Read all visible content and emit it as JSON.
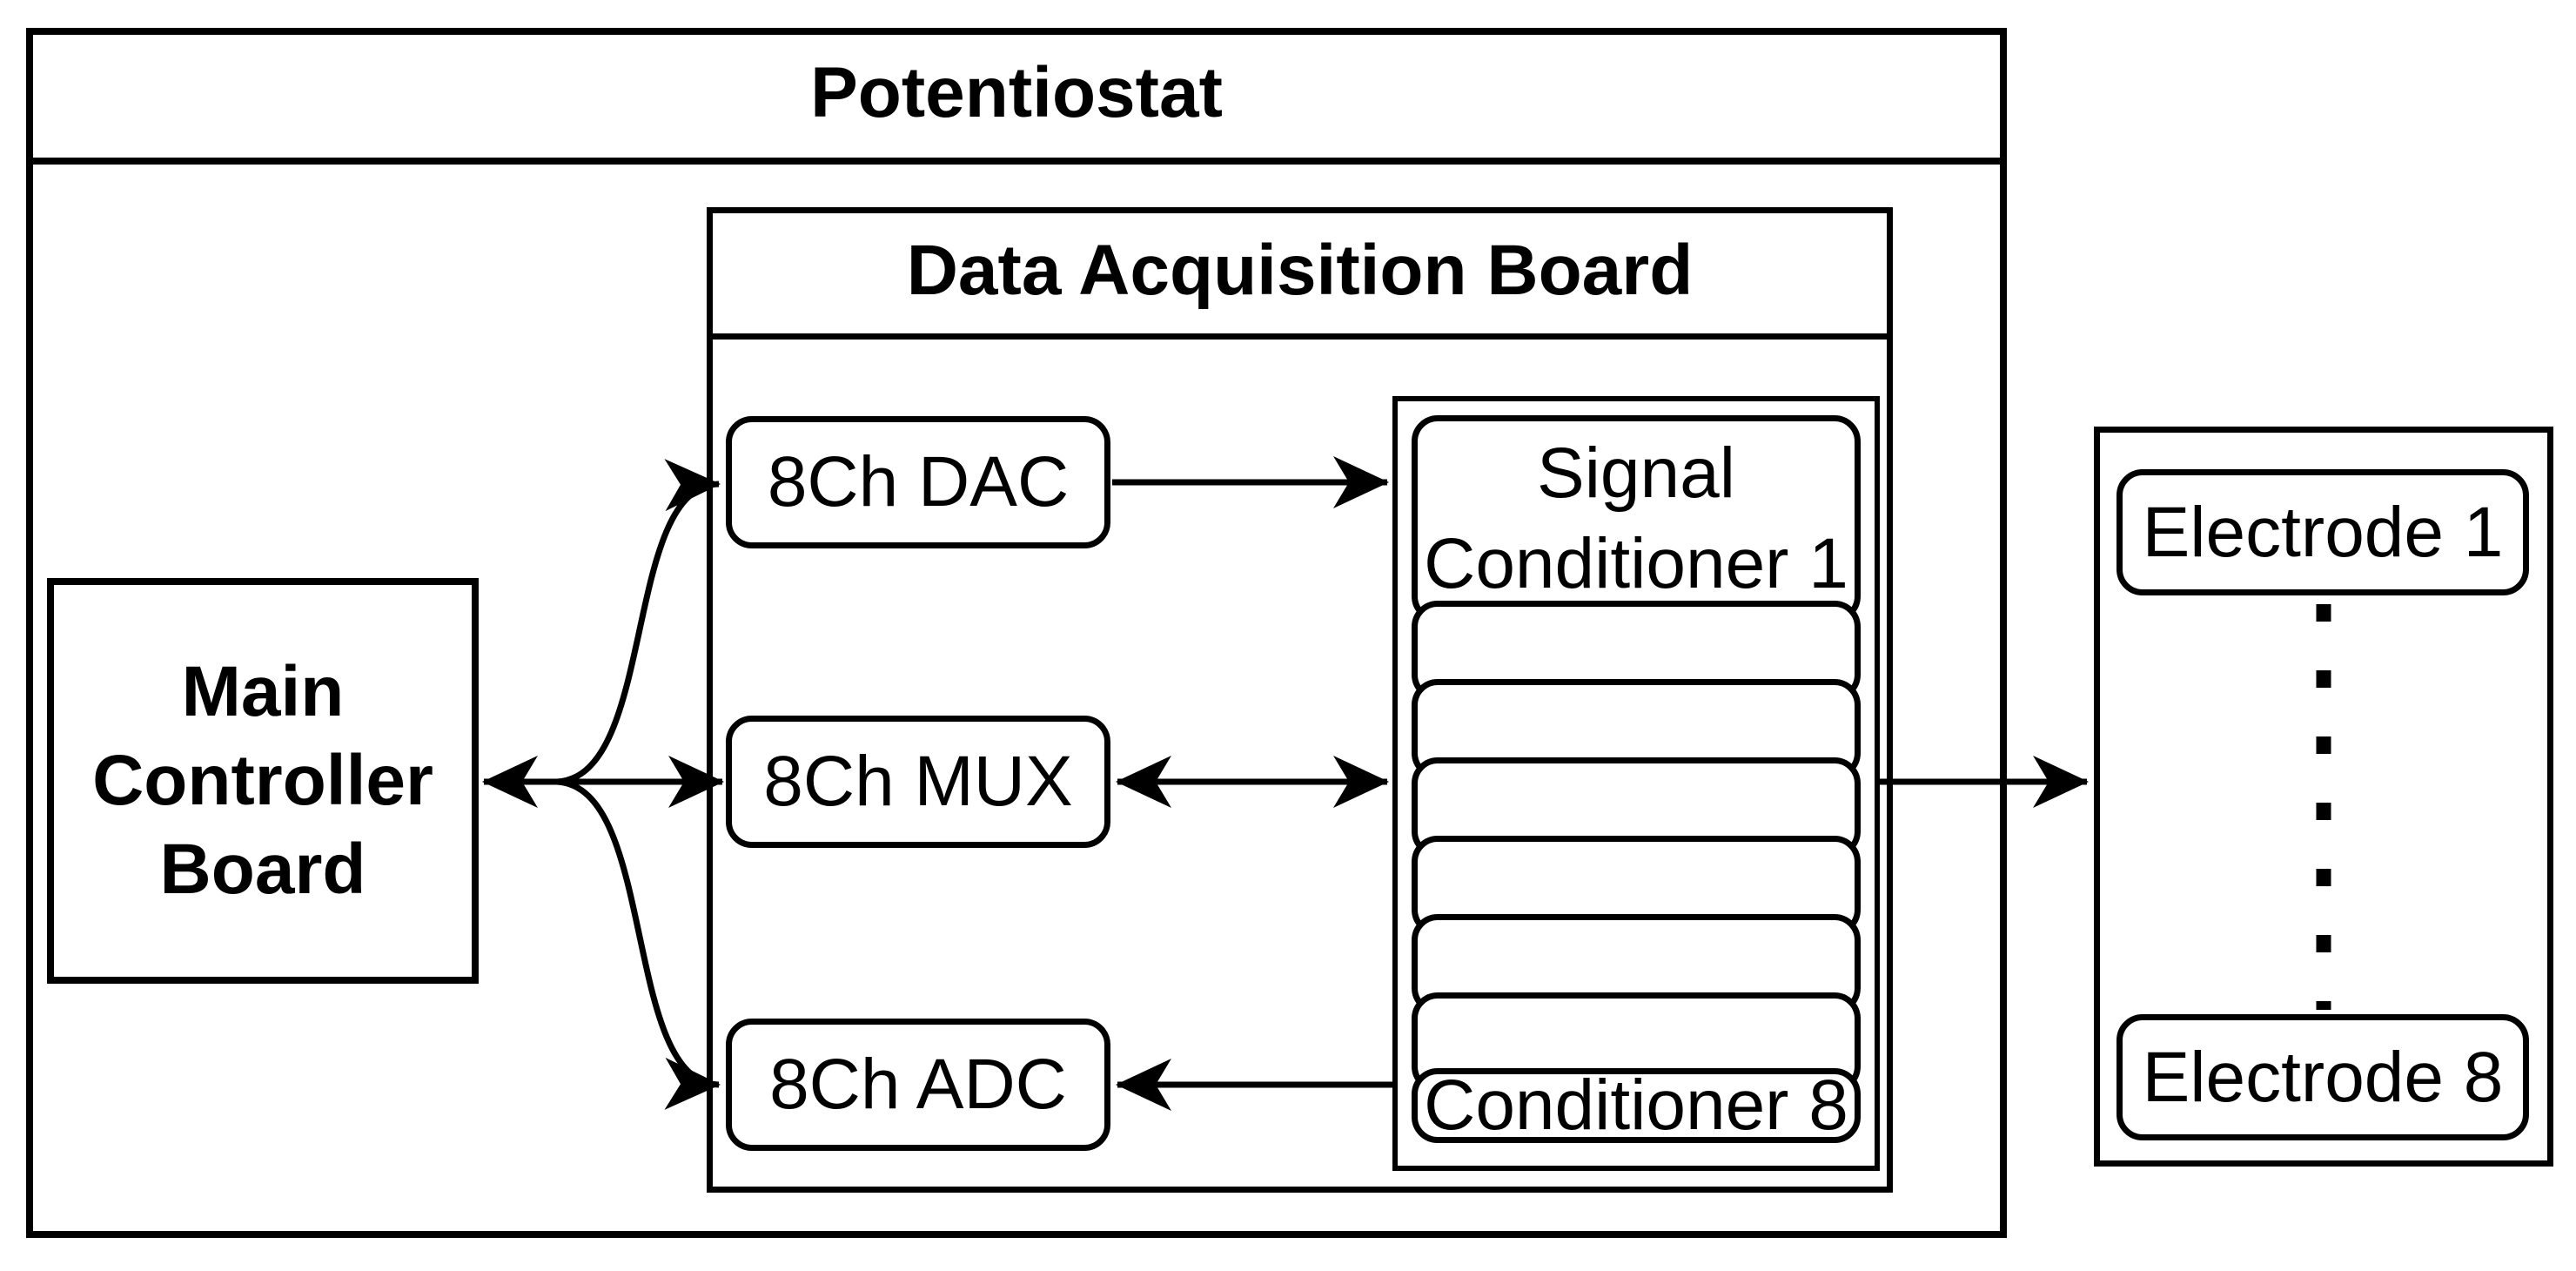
{
  "potentiostat": {
    "title": "Potentiostat"
  },
  "main_controller_board": {
    "lines": [
      "Main",
      "Controller",
      "Board"
    ]
  },
  "data_acquisition_board": {
    "title": "Data Acquisition Board",
    "dac_label": "8Ch DAC",
    "mux_label": "8Ch MUX",
    "adc_label": "8Ch ADC"
  },
  "signal_conditioners": {
    "first_line_1": "Signal",
    "first_line_2": "Conditioner 1",
    "last_label": "Conditioner 8",
    "count": 8
  },
  "electrodes": {
    "first_label": "Electrode 1",
    "last_label": "Electrode 8",
    "count": 8
  },
  "connections": [
    {
      "from": "main-controller-board",
      "to": "8ch-dac",
      "direction": "one-way"
    },
    {
      "from": "main-controller-board",
      "to": "8ch-mux",
      "direction": "two-way"
    },
    {
      "from": "main-controller-board",
      "to": "8ch-adc",
      "direction": "one-way"
    },
    {
      "from": "8ch-dac",
      "to": "signal-conditioners",
      "direction": "one-way"
    },
    {
      "from": "8ch-mux",
      "to": "signal-conditioners",
      "direction": "two-way"
    },
    {
      "from": "signal-conditioners",
      "to": "8ch-adc",
      "direction": "one-way"
    },
    {
      "from": "signal-conditioners",
      "to": "electrodes",
      "direction": "one-way"
    }
  ],
  "colors": {
    "stroke": "#000000",
    "background": "#ffffff"
  }
}
